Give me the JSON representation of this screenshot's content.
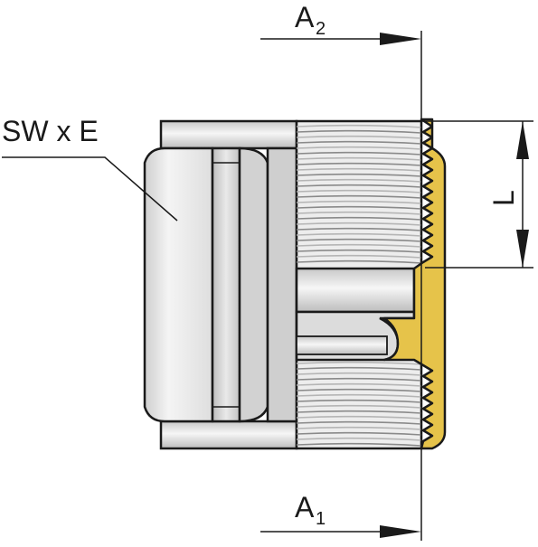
{
  "labels": {
    "a2_main": "A",
    "a2_sub": "2",
    "a1_main": "A",
    "a1_sub": "1",
    "sw_label": "SW x E",
    "l_label": "L"
  },
  "colors": {
    "outline": "#1a1a1a",
    "metal_light": "#f2f2f2",
    "metal_mid": "#d4d4d4",
    "metal_dark": "#a9a9a9",
    "brass": "#e6c34a",
    "background": "#ffffff"
  }
}
